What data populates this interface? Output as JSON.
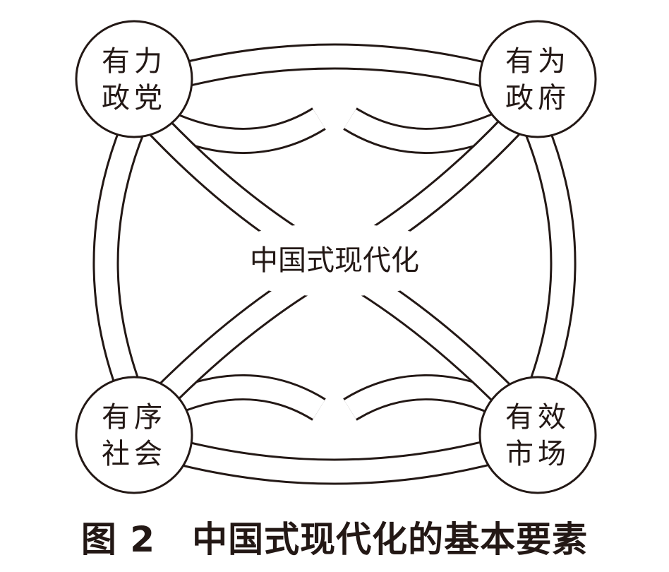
{
  "diagram": {
    "center_label": "中国式现代化",
    "nodes": {
      "top_left": {
        "line1": "有力",
        "line2": "政党"
      },
      "top_right": {
        "line1": "有为",
        "line2": "政府"
      },
      "bottom_left": {
        "line1": "有序",
        "line2": "社会"
      },
      "bottom_right": {
        "line1": "有效",
        "line2": "市场"
      }
    },
    "colors": {
      "stroke": "#231815",
      "background": "#ffffff"
    }
  },
  "caption": {
    "number": "图 2",
    "title": "中国式现代化的基本要素"
  }
}
